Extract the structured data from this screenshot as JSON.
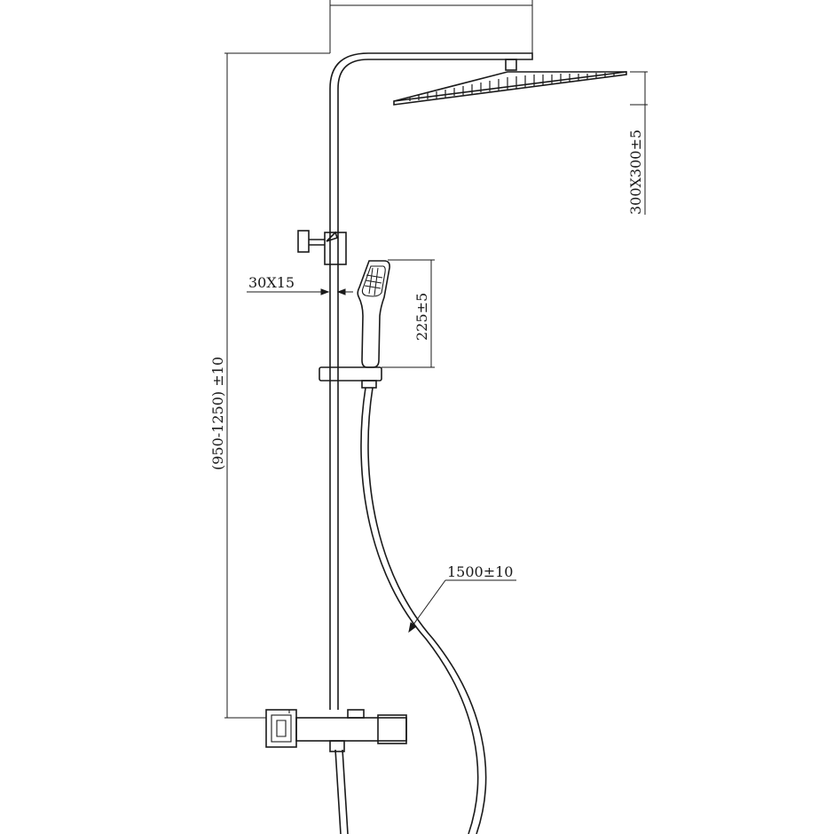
{
  "diagram": {
    "dimensions": {
      "rain_head_size": "300X300±5",
      "column_height": "(950-1250) ±10",
      "bar_profile": "30X15",
      "hand_shower_length": "225±5",
      "hose_length": "1500±10"
    }
  }
}
